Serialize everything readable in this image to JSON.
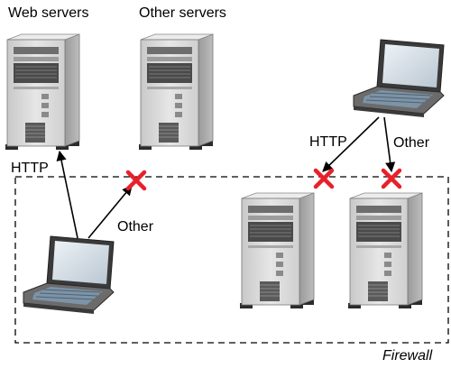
{
  "labels": {
    "web_servers": "Web servers",
    "other_servers": "Other servers",
    "http_left": "HTTP",
    "other_left": "Other",
    "http_right": "HTTP",
    "other_right": "Other",
    "firewall": "Firewall"
  },
  "icons": {
    "server": "tower-server-icon",
    "laptop": "laptop-icon",
    "blocked": "red-x-icon"
  },
  "colors": {
    "blocked_x": "#e8202a",
    "firewall_border": "#000000",
    "arrow": "#000000",
    "server_body": "#d6d6d6",
    "laptop_screen": "#7a8fa0"
  }
}
